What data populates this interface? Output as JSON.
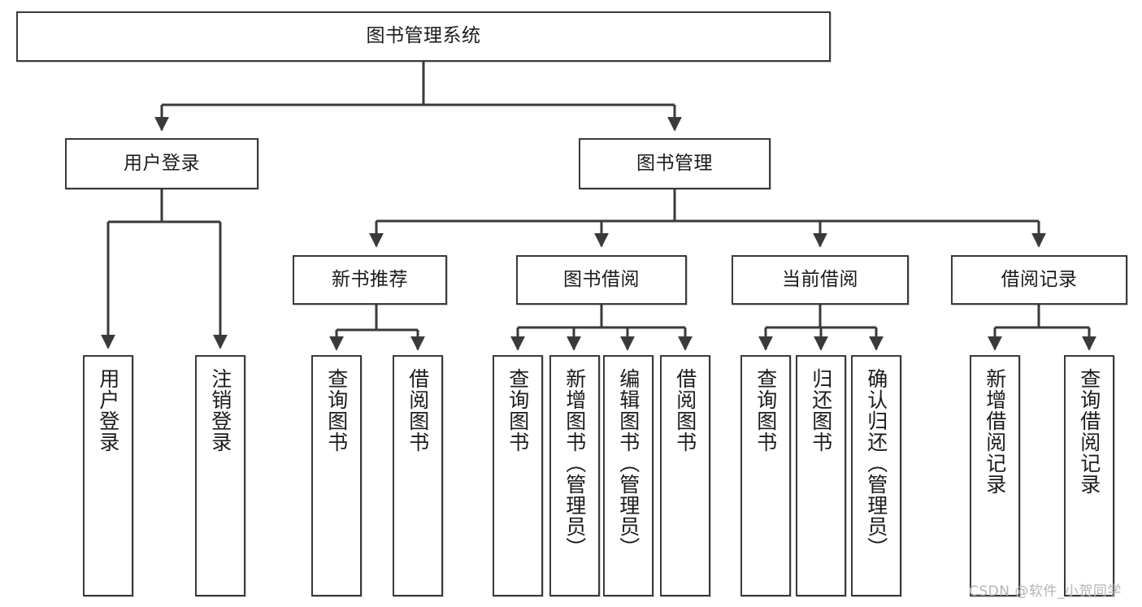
{
  "diagram": {
    "type": "tree-hierarchy",
    "title": "图书管理系统",
    "watermark": "CSDN @软件_小贺同学",
    "style": {
      "background": "#ffffff",
      "node_fill": "#ffffff",
      "node_border": "#3a3a3a",
      "edge_color": "#3a3a3a",
      "text_color": "#1b1b1b",
      "watermark_color": "#b4b4b4"
    },
    "nodes": {
      "root": {
        "label": "图书管理系统"
      },
      "level2": [
        {
          "id": "user-login",
          "label": "用户登录"
        },
        {
          "id": "book-manage",
          "label": "图书管理"
        }
      ],
      "level3": [
        {
          "id": "new-book-recommend",
          "label": "新书推荐"
        },
        {
          "id": "book-borrow",
          "label": "图书借阅"
        },
        {
          "id": "current-borrow",
          "label": "当前借阅"
        },
        {
          "id": "borrow-record",
          "label": "借阅记录"
        }
      ],
      "leaves": {
        "user-login": [
          {
            "id": "leaf-user-login",
            "label": "用户登录"
          },
          {
            "id": "leaf-user-logout",
            "label": "注销登录"
          }
        ],
        "new-book-recommend": [
          {
            "id": "leaf-query-book-1",
            "label": "查询图书"
          },
          {
            "id": "leaf-borrow-book-1",
            "label": "借阅图书"
          }
        ],
        "book-borrow": [
          {
            "id": "leaf-query-book-2",
            "label": "查询图书"
          },
          {
            "id": "leaf-add-book-admin",
            "label": "新增图书（管理员）"
          },
          {
            "id": "leaf-edit-book-admin",
            "label": "编辑图书（管理员）"
          },
          {
            "id": "leaf-borrow-book-2",
            "label": "借阅图书"
          }
        ],
        "current-borrow": [
          {
            "id": "leaf-query-book-3",
            "label": "查询图书"
          },
          {
            "id": "leaf-return-book",
            "label": "归还图书"
          },
          {
            "id": "leaf-confirm-return-admin",
            "label": "确认归还（管理员）"
          }
        ],
        "borrow-record": [
          {
            "id": "leaf-add-borrow-record",
            "label": "新增借阅记录"
          },
          {
            "id": "leaf-query-borrow-record",
            "label": "查询借阅记录"
          }
        ]
      }
    }
  }
}
